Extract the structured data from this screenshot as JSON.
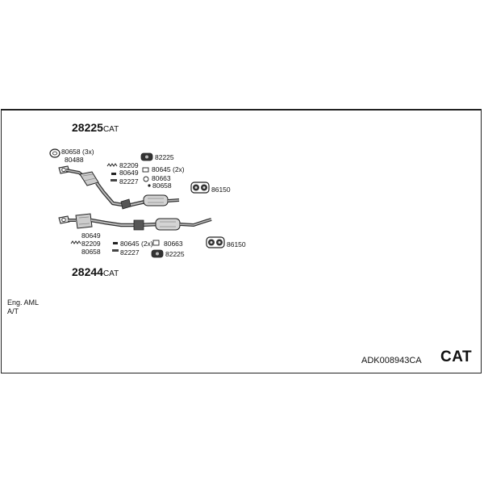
{
  "groups": [
    {
      "number": "28225",
      "suffix": "CAT"
    },
    {
      "number": "28244",
      "suffix": "CAT"
    }
  ],
  "upper_parts": [
    "80658 (3x)",
    "80488",
    "82209",
    "80649",
    "82227",
    "82225",
    "80645 (2x)",
    "80663",
    "80658",
    "86150"
  ],
  "lower_parts": [
    "80649",
    "82209",
    "80658",
    "80645 (2x)",
    "82227",
    "80663",
    "82225",
    "86150"
  ],
  "notes": {
    "engine": "Eng. AML",
    "transmission": "A/T"
  },
  "article_code": "ADK008943CA",
  "category": "CAT"
}
